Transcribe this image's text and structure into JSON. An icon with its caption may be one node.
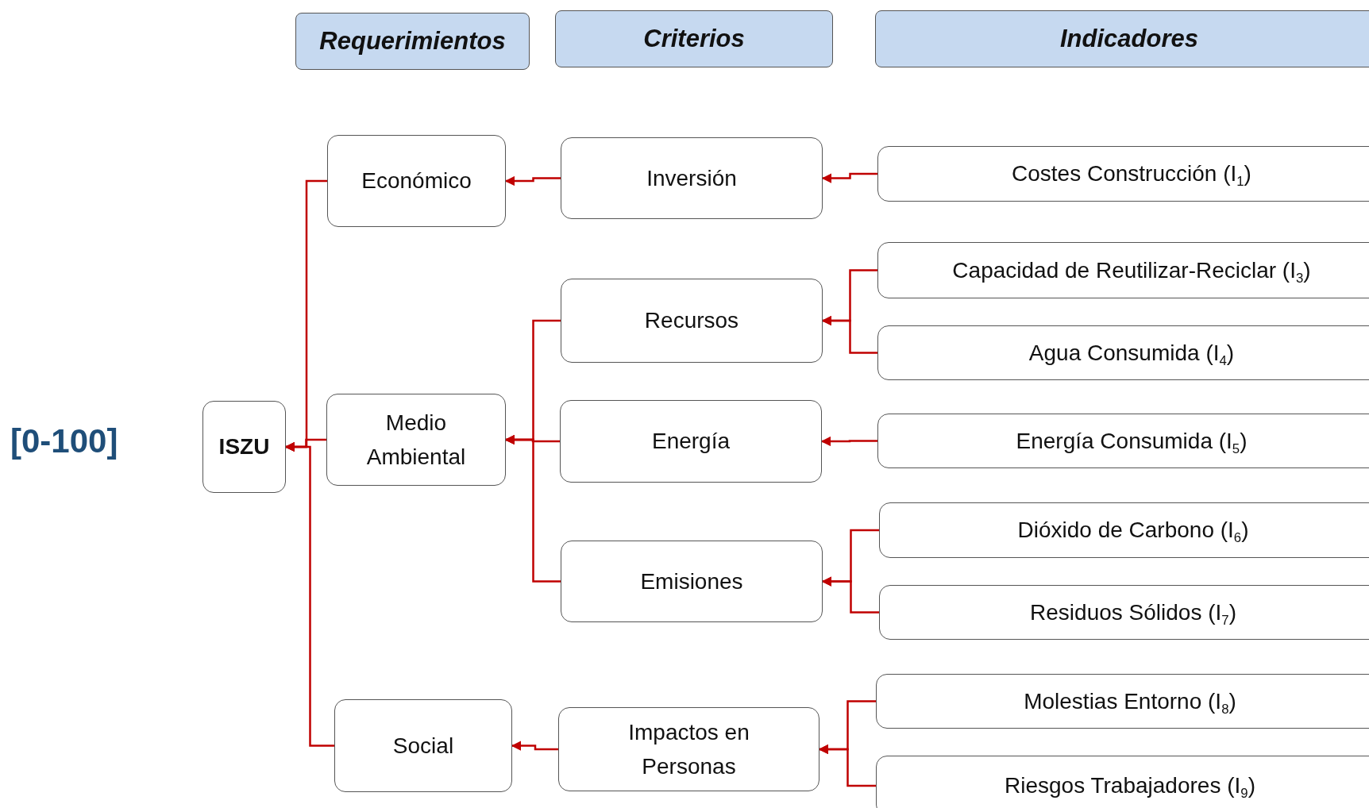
{
  "diagram": {
    "nodes": [
      {
        "text": [
          "Requerimientos"
        ]
      },
      {
        "text": [
          "Criterios"
        ]
      },
      {
        "text": [
          "Indicadores"
        ]
      },
      {
        "text": [
          "ISZU"
        ]
      },
      {
        "text": [
          "Económico"
        ]
      },
      {
        "text": [
          "Inversión"
        ]
      },
      {
        "text": [
          "Costes Construcción (I$_{1}$)"
        ]
      },
      {
        "text": [
          "Capacidad de Reutilizar-Reciclar (I$_{3}$)"
        ]
      },
      {
        "text": [
          "Recursos"
        ]
      },
      {
        "text": [
          "Agua Consumida (I$_{4}$)"
        ]
      },
      {
        "text": [
          "Medio Ambiental"
        ]
      },
      {
        "text": [
          "Energía"
        ]
      },
      {
        "text": [
          "Energía Consumida (I$_{5}$)"
        ]
      },
      {
        "text": [
          "Dióxido de Carbono (I$_{6}$)"
        ]
      },
      {
        "text": [
          "Emisiones"
        ]
      },
      {
        "text": [
          "Residuos Sólidos (I$_{7}$)"
        ]
      },
      {
        "text": [
          "Molestias Entorno (I$_{8}$)"
        ]
      },
      {
        "text": [
          "Social"
        ]
      },
      {
        "text": [
          "Impactos en Personas"
        ]
      },
      {
        "text": [
          "Riesgos Trabajadores (I$_{9}$)"
        ]
      }
    ],
    "edges": [
      {
        "from": 4,
        "to": 3,
        "arrow": "to"
      },
      {
        "from": 10,
        "to": 3,
        "arrow": "to"
      },
      {
        "from": 17,
        "to": 3,
        "arrow": "to"
      },
      {
        "from": 5,
        "to": 4,
        "arrow": "to"
      },
      {
        "from": 8,
        "to": 10,
        "arrow": "to"
      },
      {
        "from": 11,
        "to": 10,
        "arrow": "to"
      },
      {
        "from": 14,
        "to": 10,
        "arrow": "to"
      },
      {
        "from": 18,
        "to": 17,
        "arrow": "to"
      },
      {
        "from": 6,
        "to": 5,
        "arrow": "to"
      },
      {
        "from": 7,
        "to": 8,
        "arrow": "to"
      },
      {
        "from": 9,
        "to": 8,
        "arrow": "to"
      },
      {
        "from": 12,
        "to": 11,
        "arrow": "to"
      },
      {
        "from": 13,
        "to": 14,
        "arrow": "to"
      },
      {
        "from": 15,
        "to": 14,
        "arrow": "to"
      },
      {
        "from": 16,
        "to": 18,
        "arrow": "to"
      },
      {
        "from": 19,
        "to": 18,
        "arrow": "to"
      }
    ],
    "labels": [
      "[0-100]"
    ]
  }
}
